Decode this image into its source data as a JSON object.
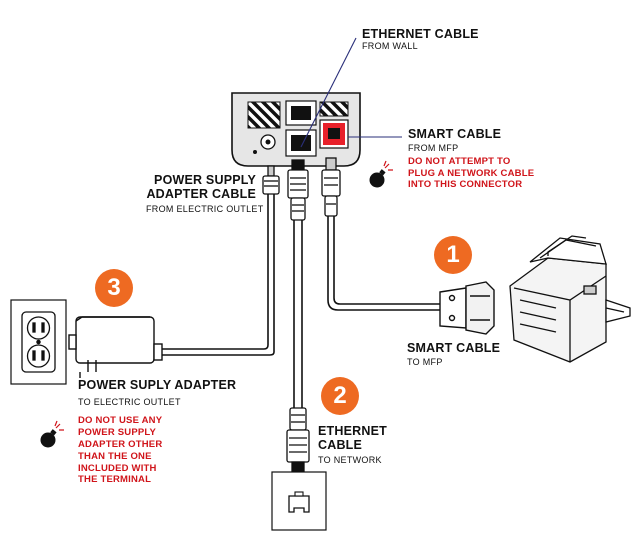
{
  "labels": {
    "ethernet_from_wall": {
      "title": "ETHERNET CABLE",
      "sub": "FROM WALL"
    },
    "smart_cable_from_mfp": {
      "title": "SMART CABLE",
      "sub": "FROM MFP",
      "warning": [
        "DO NOT ATTEMPT TO",
        "PLUG A NETWORK CABLE",
        "INTO THIS CONNECTOR"
      ]
    },
    "power_supply_cable": {
      "title": [
        "POWER SUPPLY",
        "ADAPTER CABLE"
      ],
      "sub": "FROM ELECTRIC OUTLET"
    },
    "smart_cable_to_mfp": {
      "title": "SMART CABLE",
      "sub": "TO MFP"
    },
    "power_adapter": {
      "title": "POWER SUPLY ADAPTER",
      "sub": "TO ELECTRIC OUTLET",
      "warning": [
        "DO NOT USE ANY",
        "POWER SUPPLY",
        "ADAPTER OTHER",
        "THAN THE ONE",
        "INCLUDED WITH",
        "THE TERMINAL"
      ]
    },
    "ethernet_to_network": {
      "title": [
        "ETHERNET",
        "CABLE"
      ],
      "sub": "TO NETWORK"
    }
  },
  "steps": [
    "1",
    "2",
    "3"
  ],
  "icons": {
    "warning": "bomb-icon",
    "outlet": "electric-outlet-icon",
    "printer": "printer-icon",
    "wall_jack": "ethernet-wall-jack-icon",
    "terminal": "terminal-box-icon"
  },
  "colors": {
    "step_badge": "#ee6a22",
    "warning_text": "#d0141a",
    "smart_port": "#e8202a",
    "pointer_line": "#2a2f7a"
  }
}
